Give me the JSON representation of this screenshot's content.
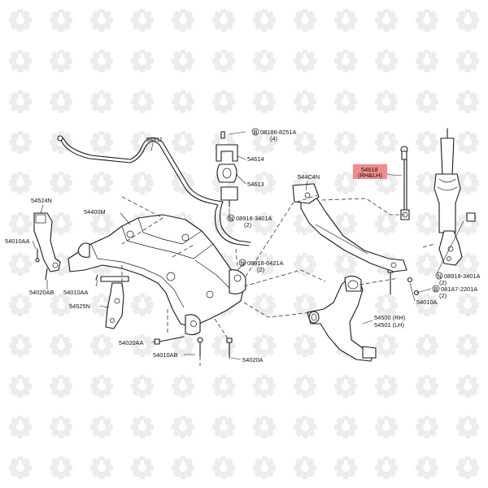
{
  "labels": {
    "p54611": "54611",
    "p08186": "08186-8251A",
    "p08186_qty": "(4)",
    "p54614": "54614",
    "p54613": "54613",
    "p54524n": "54524N",
    "p54400m": "54400M",
    "p08918a": "08918-3401A",
    "p08918a_qty": "(2)",
    "p54010aa_l": "54010AA",
    "p08918b": "08918-6421A",
    "p08918b_qty": "(2)",
    "p54020ab": "54020AB",
    "p54010aa_m": "54010AA",
    "p54525n": "54525N",
    "p54020aa": "54020AA",
    "p54010ab": "54010AB",
    "p54020a": "54020A",
    "p544c4n": "544C4N",
    "p54618": "54618",
    "p54618_side": "(RH&LH)",
    "p08918c": "08918-3401A",
    "p08918c_qty": "(2)",
    "p081a7": "081A7-2201A",
    "p081a7_qty": "(2)",
    "p54010a": "54010A",
    "p54500": "54500 (RH)",
    "p54501": "54501 (LH)",
    "marker_n": "N",
    "marker_b": "B"
  },
  "colors": {
    "highlight": "#f28b8b",
    "watermark": "#ececec",
    "line": "#1a1a1a"
  },
  "watermark_icon": "gear-icon"
}
